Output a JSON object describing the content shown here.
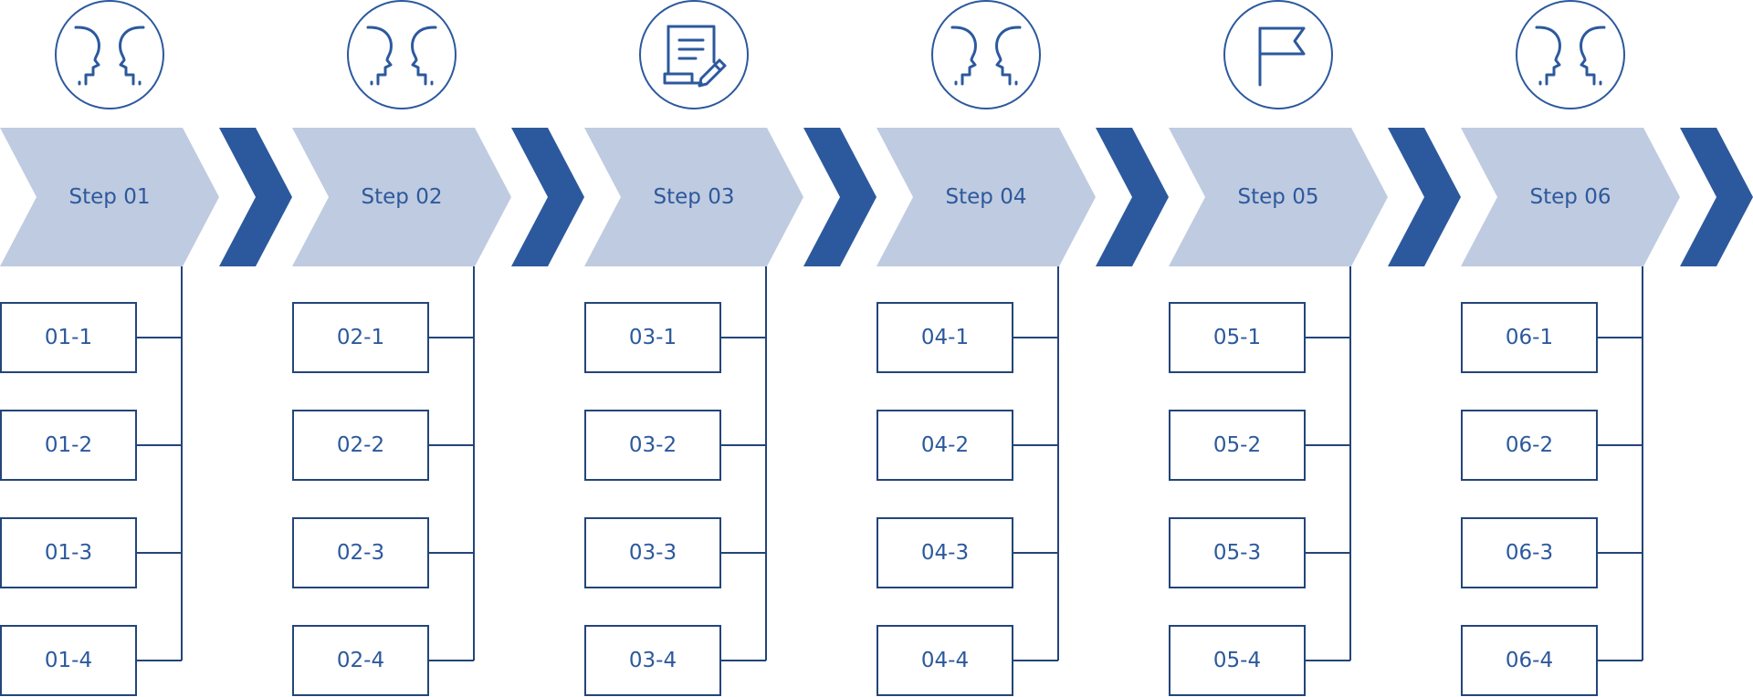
{
  "colors": {
    "step_fill": "#bfcbe0",
    "arrow_fill": "#2c599d",
    "line": "#23457a",
    "text": "#2c599d"
  },
  "steps": [
    {
      "label": "Step 01",
      "icon": "faces-icon",
      "items": [
        "01-1",
        "01-2",
        "01-3",
        "01-4"
      ]
    },
    {
      "label": "Step 02",
      "icon": "faces-icon",
      "items": [
        "02-1",
        "02-2",
        "02-3",
        "02-4"
      ]
    },
    {
      "label": "Step 03",
      "icon": "document-pen-icon",
      "items": [
        "03-1",
        "03-2",
        "03-3",
        "03-4"
      ]
    },
    {
      "label": "Step 04",
      "icon": "faces-icon",
      "items": [
        "04-1",
        "04-2",
        "04-3",
        "04-4"
      ]
    },
    {
      "label": "Step 05",
      "icon": "flag-icon",
      "items": [
        "05-1",
        "05-2",
        "05-3",
        "05-4"
      ]
    },
    {
      "label": "Step 06",
      "icon": "faces-icon",
      "items": [
        "06-1",
        "06-2",
        "06-3",
        "06-4"
      ]
    }
  ]
}
